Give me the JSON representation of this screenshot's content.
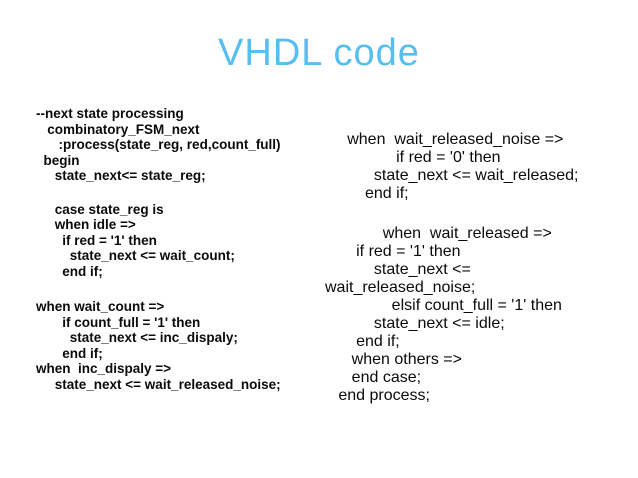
{
  "slide": {
    "title": "VHDL code",
    "title_color": "#57BFEF",
    "background_color": "#FFFFFF",
    "code_color": "#0A0A0A"
  },
  "left_code": {
    "blocks": [
      [
        "--next state processing",
        "   combinatory_FSM_next",
        "      :process(state_reg, red,count_full)",
        "  begin",
        "     state_next<= state_reg;"
      ],
      [
        "     case state_reg is",
        "     when idle =>",
        "       if red = '1' then",
        "         state_next <= wait_count;",
        "       end if;"
      ],
      [
        "when wait_count =>",
        "       if count_full = '1' then",
        "         state_next <= inc_dispaly;",
        "       end if;",
        "when  inc_dispaly =>",
        "     state_next <= wait_released_noise;"
      ]
    ]
  },
  "right_code": {
    "blocks": [
      [
        "     when  wait_released_noise =>",
        "                if red = '0' then",
        "           state_next <= wait_released;",
        "         end if;"
      ],
      [
        "             when  wait_released =>",
        "       if red = '1' then",
        "           state_next <=",
        "wait_released_noise;",
        "               elsif count_full = '1' then",
        "           state_next <= idle;",
        "       end if;",
        "      when others =>",
        "      end case;",
        "   end process;"
      ]
    ]
  }
}
